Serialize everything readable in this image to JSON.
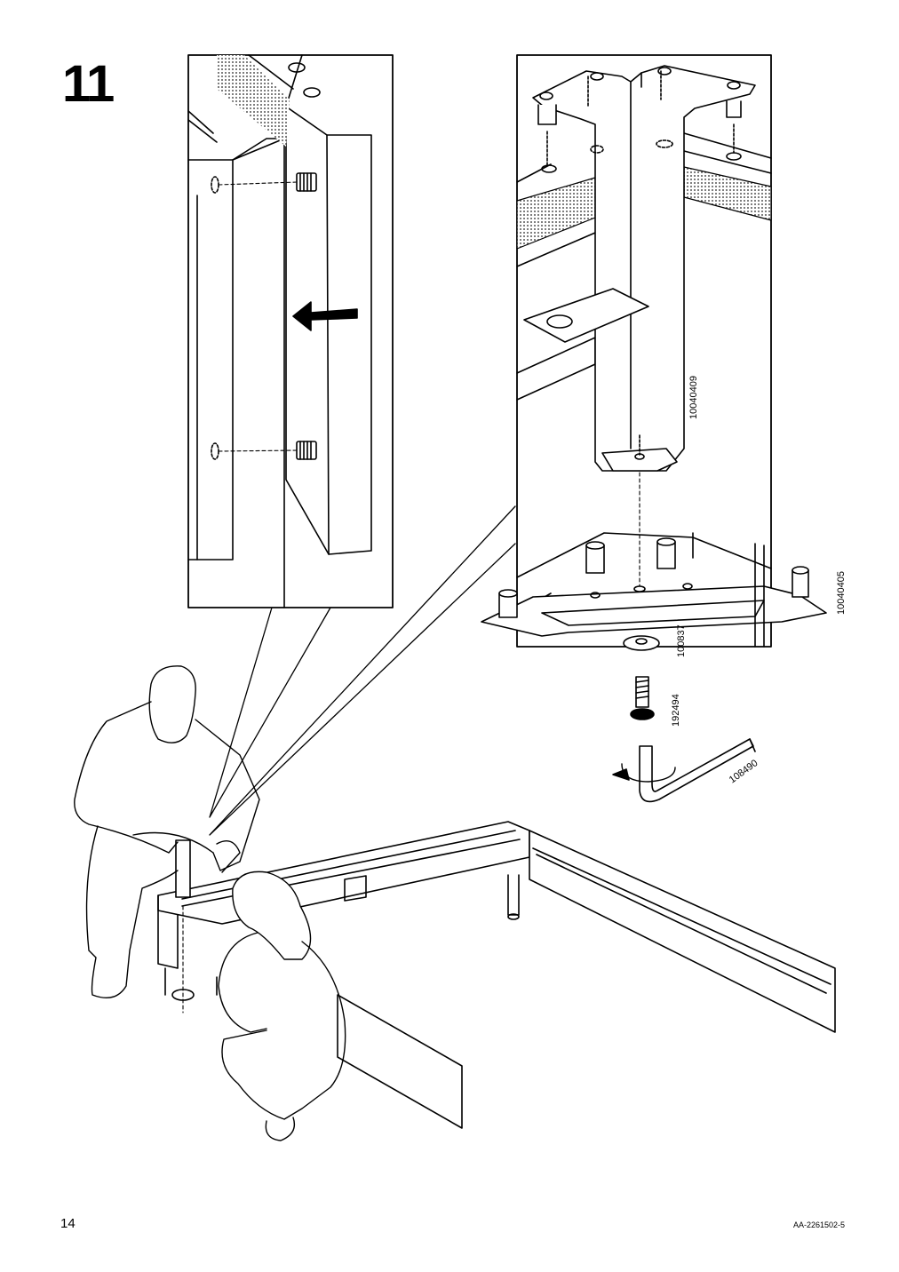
{
  "step": {
    "number": "11"
  },
  "part_labels": {
    "leg": "10040409",
    "bracket": "10040405",
    "washer": "100837",
    "bolt": "192494",
    "allen_key": "108490"
  },
  "footer": {
    "page_number": "14",
    "doc_code": "AA-2261502-5"
  }
}
